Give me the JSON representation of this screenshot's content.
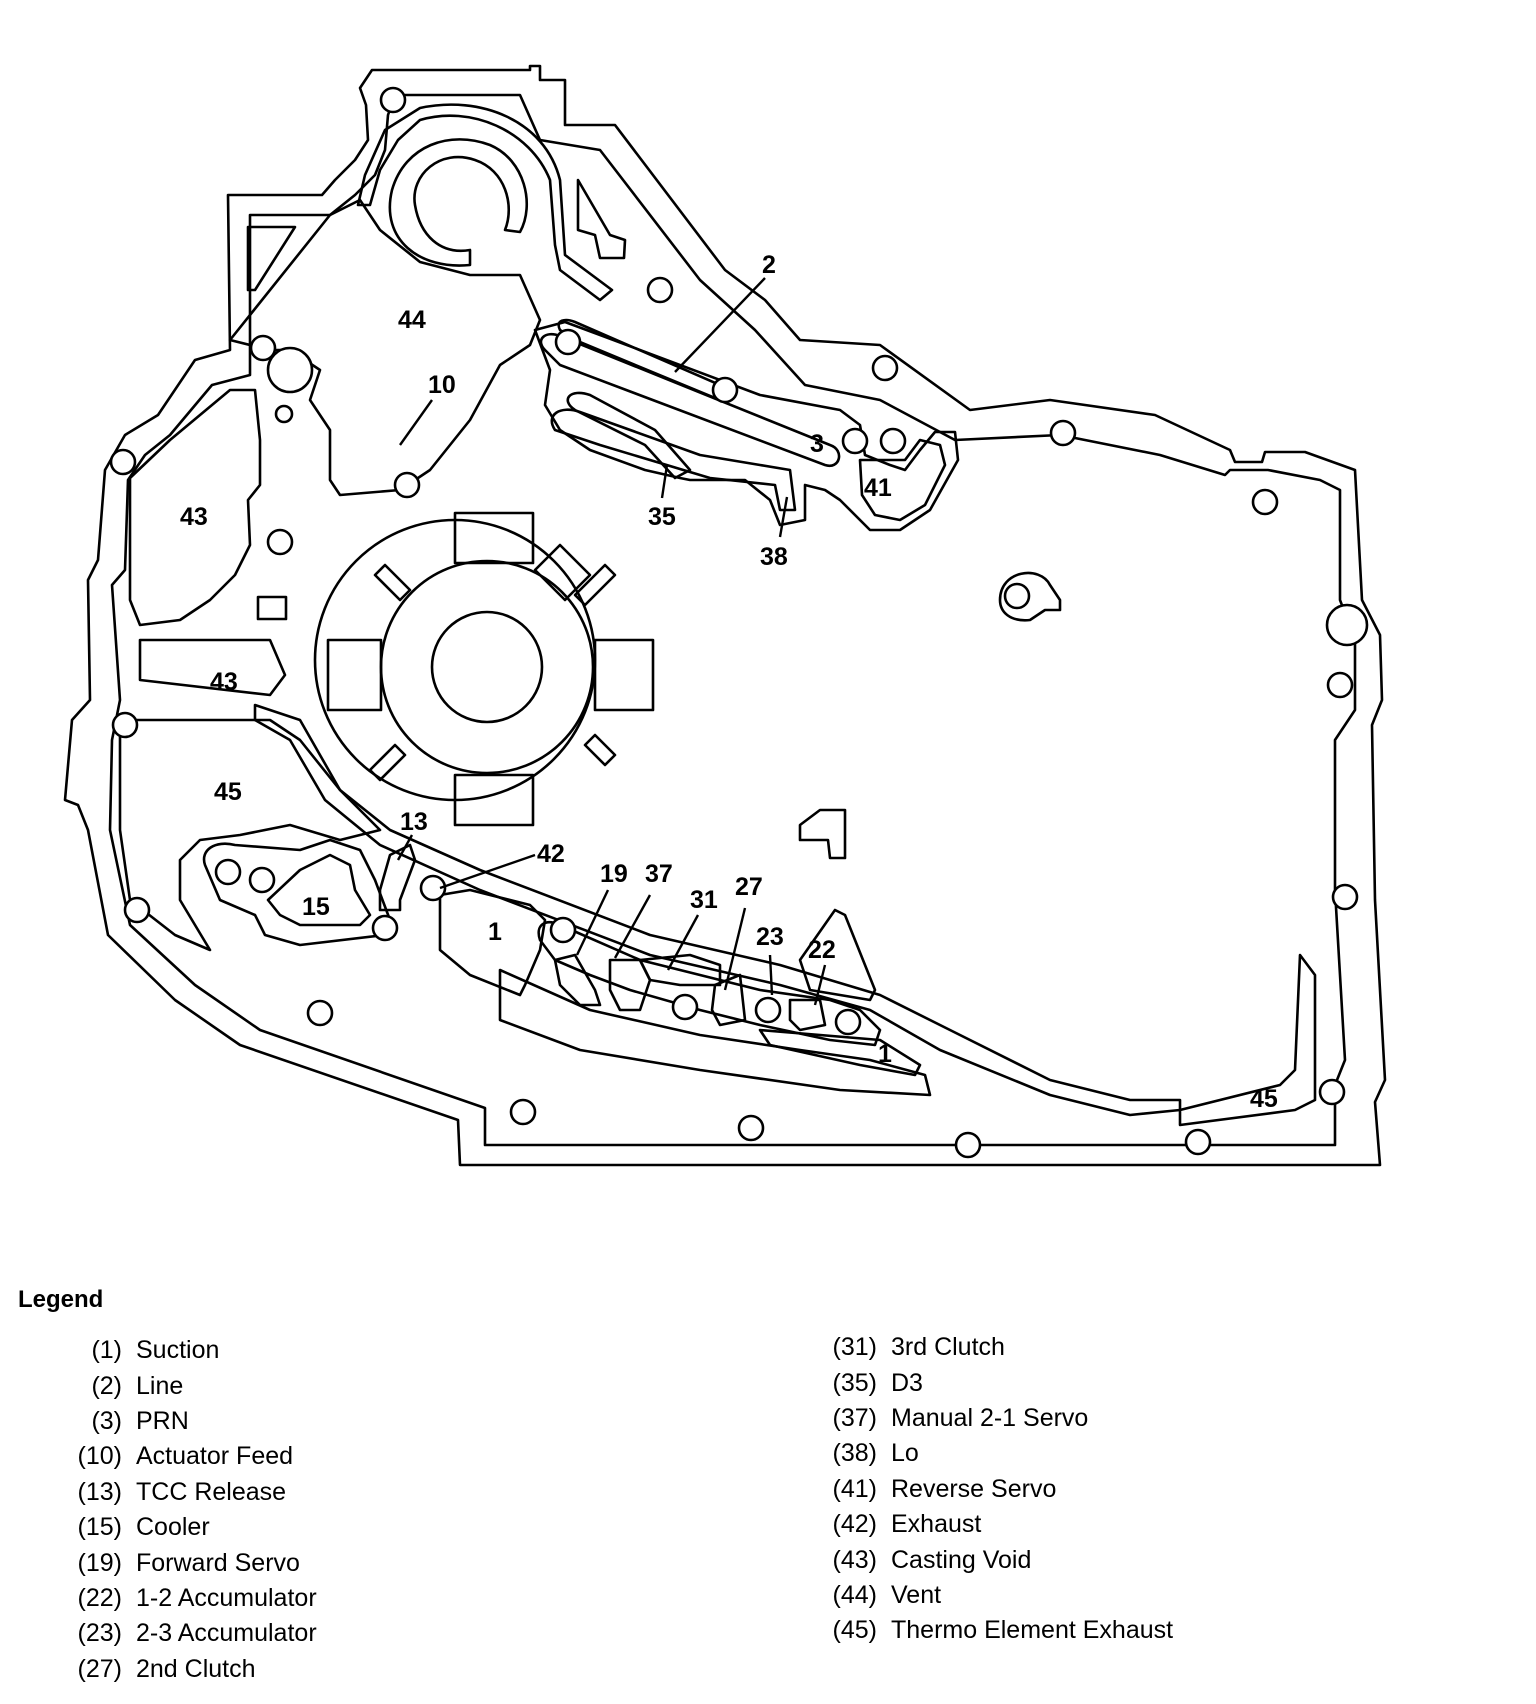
{
  "diagram": {
    "callouts": [
      "2",
      "44",
      "10",
      "3",
      "41",
      "35",
      "38",
      "43",
      "43",
      "45",
      "13",
      "42",
      "15",
      "1",
      "19",
      "37",
      "31",
      "27",
      "23",
      "22",
      "1",
      "45"
    ]
  },
  "legend": {
    "title": "Legend",
    "left_column": [
      {
        "num": "(1)",
        "label": "Suction"
      },
      {
        "num": "(2)",
        "label": "Line"
      },
      {
        "num": "(3)",
        "label": "PRN"
      },
      {
        "num": "(10)",
        "label": "Actuator Feed"
      },
      {
        "num": "(13)",
        "label": "TCC Release"
      },
      {
        "num": "(15)",
        "label": "Cooler"
      },
      {
        "num": "(19)",
        "label": "Forward Servo"
      },
      {
        "num": "(22)",
        "label": "1-2 Accumulator"
      },
      {
        "num": "(23)",
        "label": "2-3 Accumulator"
      },
      {
        "num": "(27)",
        "label": "2nd Clutch"
      }
    ],
    "right_column": [
      {
        "num": "(31)",
        "label": "3rd Clutch"
      },
      {
        "num": "(35)",
        "label": "D3"
      },
      {
        "num": "(37)",
        "label": "Manual 2-1 Servo"
      },
      {
        "num": "(38)",
        "label": "Lo"
      },
      {
        "num": "(41)",
        "label": "Reverse Servo"
      },
      {
        "num": "(42)",
        "label": "Exhaust"
      },
      {
        "num": "(43)",
        "label": "Casting Void"
      },
      {
        "num": "(44)",
        "label": "Vent"
      },
      {
        "num": "(45)",
        "label": "Thermo Element Exhaust"
      }
    ]
  }
}
